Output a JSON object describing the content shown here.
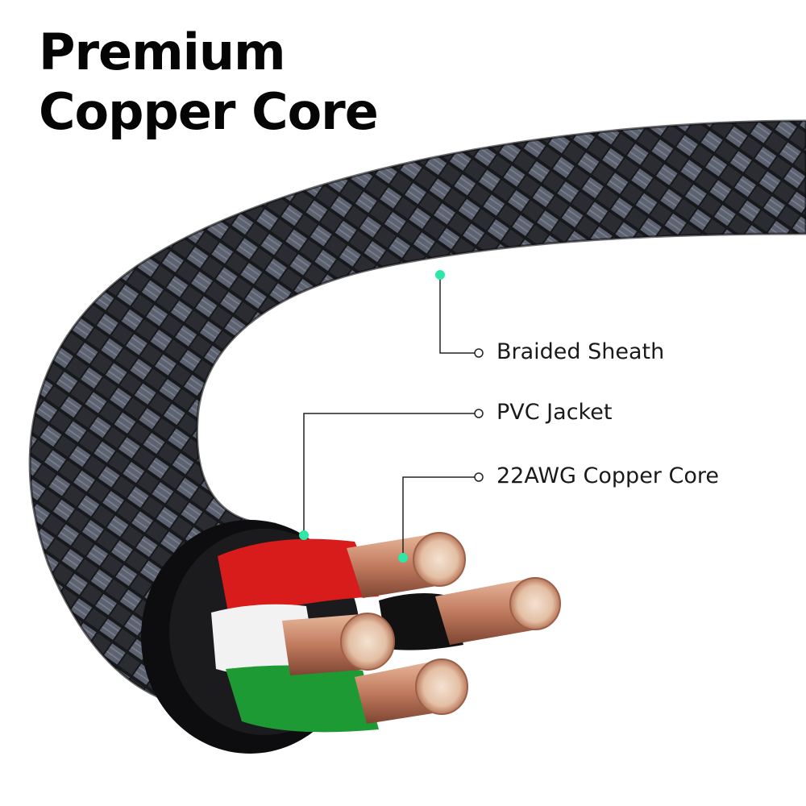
{
  "headline": {
    "line1": "Premium",
    "line2": "Copper Core"
  },
  "callouts": {
    "braided_sheath": "Braided Sheath",
    "pvc_jacket": "PVC Jacket",
    "copper_core": "22AWG Copper Core"
  },
  "colors": {
    "background": "#ffffff",
    "headline": "#050505",
    "marker_dot": "#2ee6a6",
    "braid_dark": "#1c1d20",
    "braid_light": "#5d6270",
    "wire_red": "#d81c1c",
    "wire_white": "#f2f2f2",
    "wire_green": "#1e9a34",
    "wire_black": "#111111",
    "copper": "#c9876b"
  }
}
